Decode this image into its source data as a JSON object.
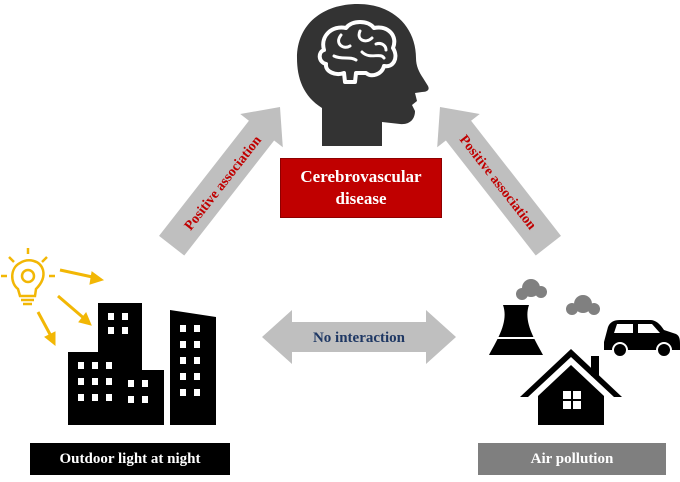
{
  "center": {
    "line1": "Cerebrovascular",
    "line2": "disease"
  },
  "left_arrow_label": "Positive association",
  "right_arrow_label": "Positive association",
  "middle_arrow_label": "No interaction",
  "left_label": "Outdoor light at night",
  "right_label": "Air pollution",
  "colors": {
    "disease_box": "#c00000",
    "arrow": "#bfbfbf",
    "association_text": "#c00000",
    "interaction_text": "#1f3864",
    "light_rays": "#f2b705",
    "icons": "#000000",
    "head": "#333333",
    "smoke": "#808080"
  }
}
